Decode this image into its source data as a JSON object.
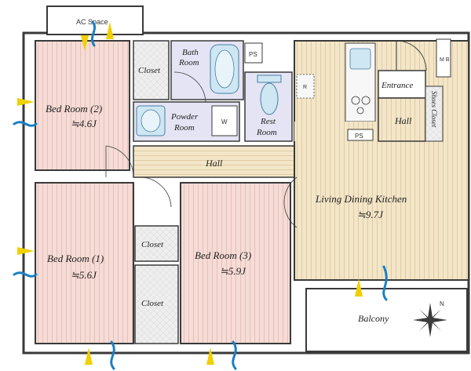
{
  "colors": {
    "wall": "#3a3a3a",
    "wood_bedroom": "#f6dcd6",
    "wood_living": "#f3e6c8",
    "wet_area": "#e4e4f4",
    "fixture": "#cfe6f3",
    "arrow_wind": "#1b7fc4",
    "arrow_light": "#f0d000",
    "background": "#ffffff"
  },
  "labels": {
    "ac_space": "AC Space",
    "bath_room_1": "Bath",
    "bath_room_2": "Room",
    "ps_top": "PS",
    "closet_top": "Closet",
    "powder_room_1": "Powder",
    "powder_room_2": "Room",
    "washer": "W",
    "rest_room_1": "Rest",
    "rest_room_2": "Room",
    "refrigerator": "R",
    "mb": "M B",
    "entrance": "Entrance",
    "shoes_closet": "Shoes Closet",
    "hall_small": "Hall",
    "ps_kitchen": "PS",
    "hall_main": "Hall",
    "bedroom2_name": "Bed Room (2)",
    "bedroom2_size": "≒4.6J",
    "bedroom1_name": "Bed Room (1)",
    "bedroom1_size": "≒5.6J",
    "bedroom3_name": "Bed Room (3)",
    "bedroom3_size": "≒5.9J",
    "closet_mid": "Closet",
    "closet_low": "Closet",
    "ldk_name": "Living Dining Kitchen",
    "ldk_size": "≒9.7J",
    "balcony": "Balcony",
    "north": "N"
  }
}
